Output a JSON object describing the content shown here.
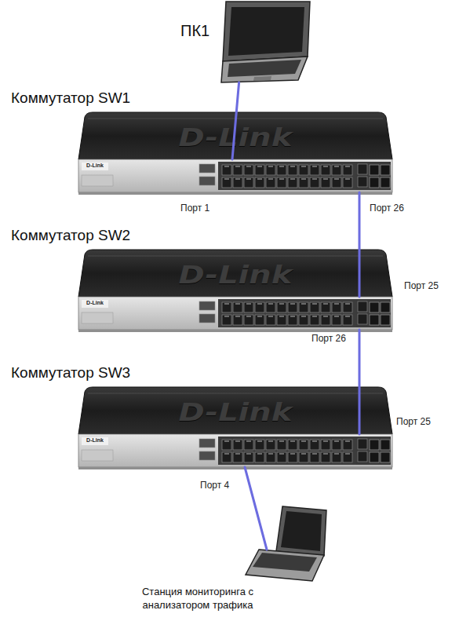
{
  "diagram": {
    "nodes": [
      {
        "text": [
          "ПК1"
        ]
      },
      {
        "text": [
          "Коммутатор SW1"
        ]
      },
      {
        "text": [
          "Коммутатор SW2"
        ]
      },
      {
        "text": [
          "Коммутатор SW3"
        ]
      },
      {
        "text": [
          "Станция мониторинга с анализатором трафика"
        ]
      }
    ],
    "edges": [
      {
        "from": 0,
        "to": 1,
        "arrow": "none"
      },
      {
        "from": 1,
        "to": 2,
        "arrow": "none"
      },
      {
        "from": 2,
        "to": 3,
        "arrow": "none"
      },
      {
        "from": 3,
        "to": 4,
        "arrow": "none"
      }
    ],
    "labels": [
      "D-Link",
      "D-Link",
      "Порт 1",
      "Порт 26",
      "D-Link",
      "D-Link",
      "Порт 25",
      "Порт 26",
      "D-Link",
      "D-Link",
      "Порт 25",
      "Порт 4"
    ]
  }
}
